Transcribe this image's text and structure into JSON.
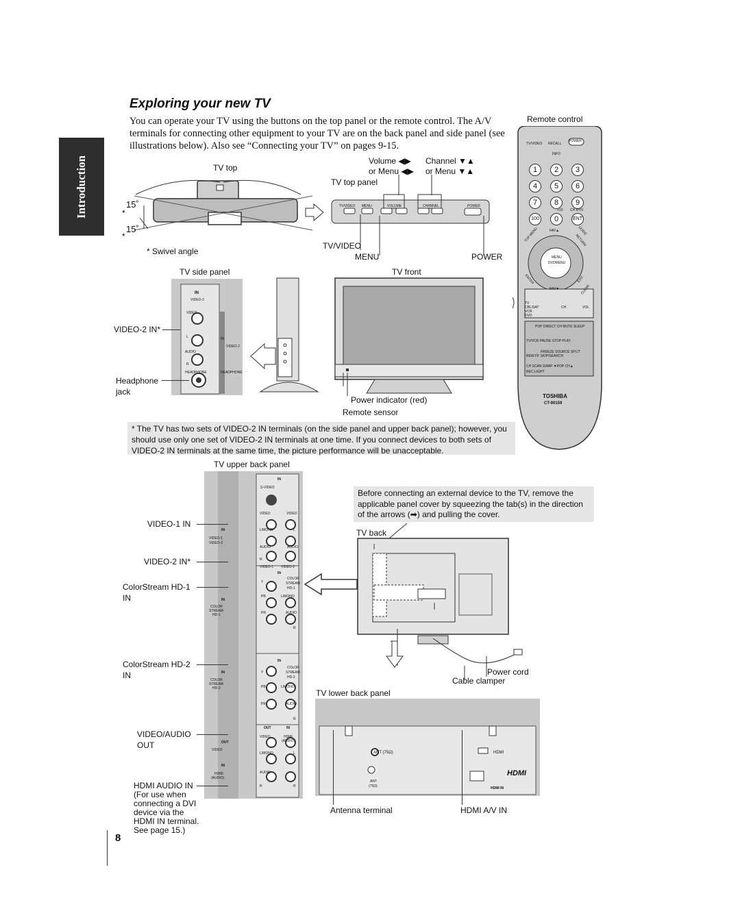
{
  "page": {
    "section_tab": "Introduction",
    "page_number": "8",
    "title": "Exploring your new TV",
    "intro_text": "You can operate your TV using the buttons on the top panel or the remote control. The A/V terminals for connecting other equipment to your TV are on the back panel and side panel (see illustrations below). Also see “Connecting your TV” on pages 9-15."
  },
  "tv_top": {
    "label": "TV top",
    "angle_top": "15˚",
    "angle_bottom": "15˚",
    "asterisk": "*",
    "swivel_label": "* Swivel angle"
  },
  "top_panel": {
    "label": "TV top panel",
    "volume_label": "Volume ◀▶",
    "volume_menu": "or Menu ◀▶",
    "channel_label": "Channel ▼▲",
    "channel_menu": "or Menu ▼▲",
    "btn_tvvideo": "TV/VIDEO",
    "btn_menu": "MENU",
    "btn_volume": "VOLUME",
    "btn_channel": "CHANNEL",
    "btn_power": "POWER",
    "callout_tvvideo": "TV/VIDEO",
    "callout_menu": "MENU",
    "callout_power": "POWER"
  },
  "side_panel": {
    "label": "TV side panel",
    "in": "IN",
    "video2": "VIDEO-2",
    "video": "VIDEO",
    "audio": "AUDIO",
    "l": "L",
    "r": "R",
    "headphone": "HEADPHONE",
    "video2_in": "VIDEO-2 IN*",
    "headphone_jack_1": "Headphone",
    "headphone_jack_2": "jack"
  },
  "tv_front": {
    "label": "TV front",
    "power_indicator": "Power indicator (red)",
    "remote_sensor": "Remote sensor"
  },
  "remote": {
    "label": "Remote control",
    "tvvideo": "TV/VIDEO",
    "recall": "RECALL",
    "power": "POWER",
    "info": "INFO",
    "keys": [
      "1",
      "2",
      "3",
      "4",
      "5",
      "6",
      "7",
      "8",
      "9",
      "100",
      "0",
      "ENT"
    ],
    "plus10": "+10",
    "chrtn": "CH RTN",
    "fav_up": "FAV▲",
    "fav_down": "FAV▼",
    "top_menu": "TOP MENU",
    "guide": "GUIDE",
    "return": "RETURN",
    "menu": "MENU",
    "dvdmenu": "DVDMENU",
    "enter": "ENTER",
    "exit": "EXIT",
    "clear": "CLEAR",
    "mode_tv": "TV",
    "mode_cbl": "CBL/SAT",
    "mode_vcr": "VCR",
    "mode_dvd": "DVD",
    "ch": "CH",
    "vol": "VOL",
    "row1": "POP DIRECT CH  MUTE   SLEEP",
    "row2": "TV/VCR  PAUSE  STOP  PLAY",
    "row3": "FREEZE  SOURCE  SPLIT",
    "row4": "REW    FF   SKIP/SEARCH",
    "row5": "CH SCAN  SWAP  ▼POP CH▲",
    "row6": "REC                LIGHT",
    "brand": "TOSHIBA",
    "model": "CT-90159"
  },
  "footnote": "* The TV has two sets of VIDEO-2 IN terminals (on the side panel and upper back panel); however, you should use only one set of VIDEO-2 IN terminals at one time. If you connect devices to both sets of VIDEO-2 IN terminals at the same time, the picture performance will be unacceptable.",
  "upper_back": {
    "label": "TV upper back panel",
    "video1_in": "VIDEO-1 IN",
    "video2_in": "VIDEO-2 IN*",
    "cs_hd1_1": "ColorStream HD-1",
    "cs_hd1_2": "IN",
    "cs_hd2_1": "ColorStream HD-2",
    "cs_hd2_2": "IN",
    "va_out_1": "VIDEO/AUDIO",
    "va_out_2": "OUT",
    "hdmi_audio_1": "HDMI AUDIO IN",
    "hdmi_audio_2": "(For use when",
    "hdmi_audio_3": "connecting a DVI",
    "hdmi_audio_4": "device via the",
    "hdmi_audio_5": "HDMI IN terminal.",
    "hdmi_audio_6": "See page 15.)",
    "p_in": "IN",
    "p_svideo": "S-VIDEO",
    "p_video": "VIDEO",
    "p_lmono": "L/MONO",
    "p_audio": "AUDIO",
    "p_l": "L",
    "p_r": "R",
    "p_video1": "VIDEO-1",
    "p_video2": "VIDEO-2",
    "p_y": "Y",
    "p_pb": "PB",
    "p_pr": "PR",
    "p_color": "COLOR",
    "p_stream": "STREAM",
    "p_hd1": "HD-1",
    "p_hd2": "HD-2",
    "p_out": "OUT",
    "p_hdmi": "HDMI",
    "p_audio_paren": "(AUDIO)"
  },
  "back_note": "Before connecting an external device to the TV, remove the applicable panel cover by squeezing the tab(s) in the direction of the arrows (➡) and pulling the cover.",
  "tv_back": {
    "label": "TV back",
    "power_cord": "Power cord",
    "cable_clamper": "Cable clamper"
  },
  "lower_back": {
    "label": "TV lower back panel",
    "ant": "ANT (75Ω)",
    "hdmi": "HDMI",
    "hdmi_logo": "HDMI",
    "hdmi_in": "HDMI IN",
    "ant_small": "ANT",
    "ant_ohm": "(75Ω)",
    "antenna_terminal": "Antenna terminal",
    "hdmi_av_in": "HDMI A/V IN"
  }
}
